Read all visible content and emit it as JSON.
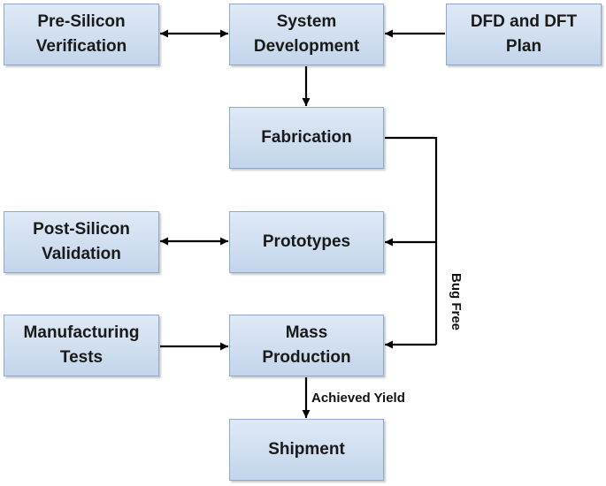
{
  "nodes": {
    "pre_silicon_verification": {
      "line1": "Pre-Silicon",
      "line2": "Verification"
    },
    "system_development": {
      "line1": "System",
      "line2": "Development"
    },
    "dfd_dft_plan": {
      "line1": "DFD and DFT",
      "line2": "Plan"
    },
    "fabrication": {
      "line1": "Fabrication"
    },
    "post_silicon_validation": {
      "line1": "Post-Silicon",
      "line2": "Validation"
    },
    "prototypes": {
      "line1": "Prototypes"
    },
    "manufacturing_tests": {
      "line1": "Manufacturing",
      "line2": "Tests"
    },
    "mass_production": {
      "line1": "Mass",
      "line2": "Production"
    },
    "shipment": {
      "line1": "Shipment"
    }
  },
  "edge_labels": {
    "bug_free": "Bug Free",
    "achieved_yield": "Achieved Yield"
  },
  "colors": {
    "box_top": "#dfe9f6",
    "box_bottom": "#c3d5eb",
    "box_border": "#8eaacb",
    "arrow": "#000000"
  }
}
